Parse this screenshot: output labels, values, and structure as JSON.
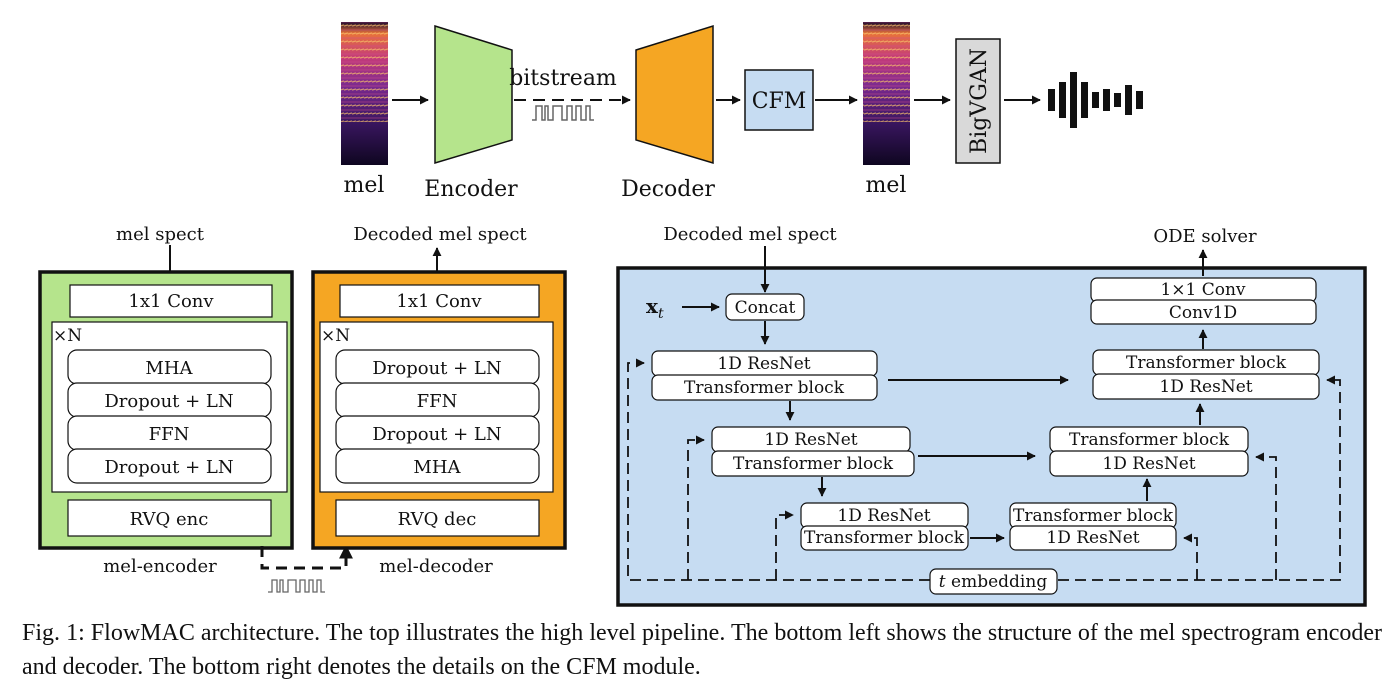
{
  "pipeline": {
    "mel_in": "mel",
    "encoder": "Encoder",
    "bitstream": "bitstream",
    "decoder": "Decoder",
    "cfm": "CFM",
    "mel_out": "mel",
    "bigvgan": "BigVGAN"
  },
  "encoder_panel": {
    "input_label": "mel spect",
    "conv": "1x1 Conv",
    "repeat": "×N",
    "blocks": [
      "MHA",
      "Dropout + LN",
      "FFN",
      "Dropout + LN"
    ],
    "rvq": "RVQ enc",
    "name": "mel-encoder"
  },
  "decoder_panel": {
    "output_label": "Decoded mel spect",
    "conv": "1x1 Conv",
    "repeat": "×N",
    "blocks": [
      "Dropout + LN",
      "FFN",
      "Dropout + LN",
      "MHA"
    ],
    "rvq": "RVQ dec",
    "name": "mel-decoder"
  },
  "cfm_panel": {
    "input_label": "Decoded mel spect",
    "output_label": "ODE solver",
    "xt": "x",
    "xt_sub": "t",
    "concat": "Concat",
    "resnet": "1D ResNet",
    "transformer": "Transformer block",
    "conv_top": "1×1 Conv",
    "conv1d": "Conv1D",
    "t_symbol": "t",
    "t_embedding": " embedding"
  },
  "caption": "Fig. 1: FlowMAC architecture. The top illustrates the high level pipeline. The bottom left shows the structure of the mel spectrogram encoder and decoder. The bottom right denotes the details on the CFM module.",
  "colors": {
    "encoder_green": "#b5e48c",
    "decoder_orange": "#f5a623",
    "cfm_blue": "#c6dcf2",
    "bigvgan_gray": "#d9d9d9"
  }
}
